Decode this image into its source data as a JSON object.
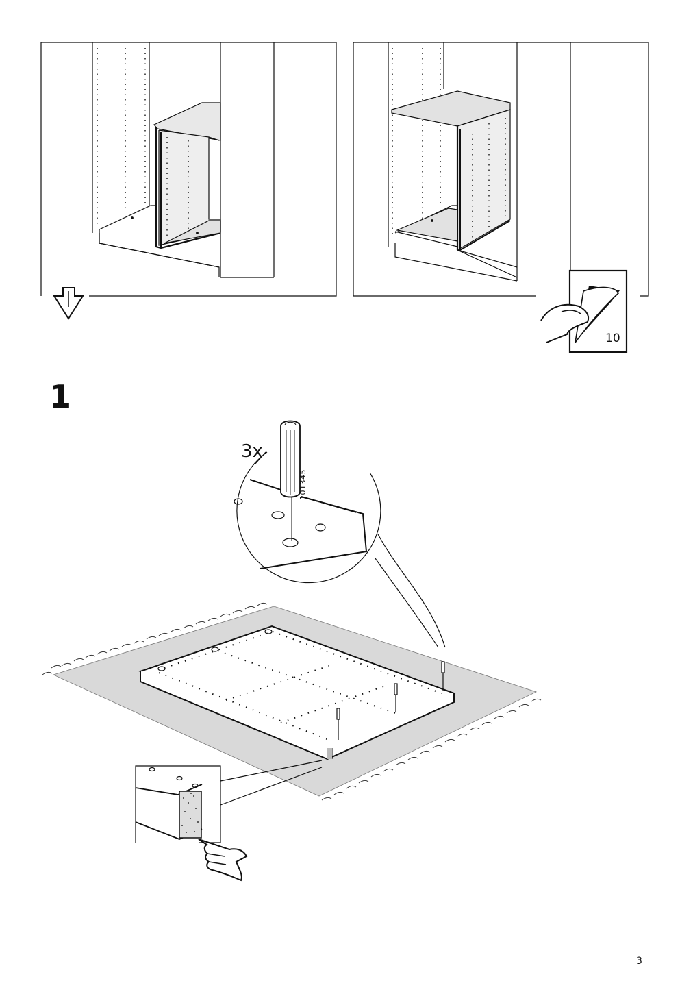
{
  "step": {
    "number": "1",
    "quantity": "3x",
    "part_number": "101345"
  },
  "page": {
    "number": "3",
    "see_page": "10"
  },
  "icons": [
    "arrow-down-icon",
    "page-turn-icon",
    "pointing-hand-icon",
    "dowel-icon",
    "particle-board-edge-icon"
  ]
}
